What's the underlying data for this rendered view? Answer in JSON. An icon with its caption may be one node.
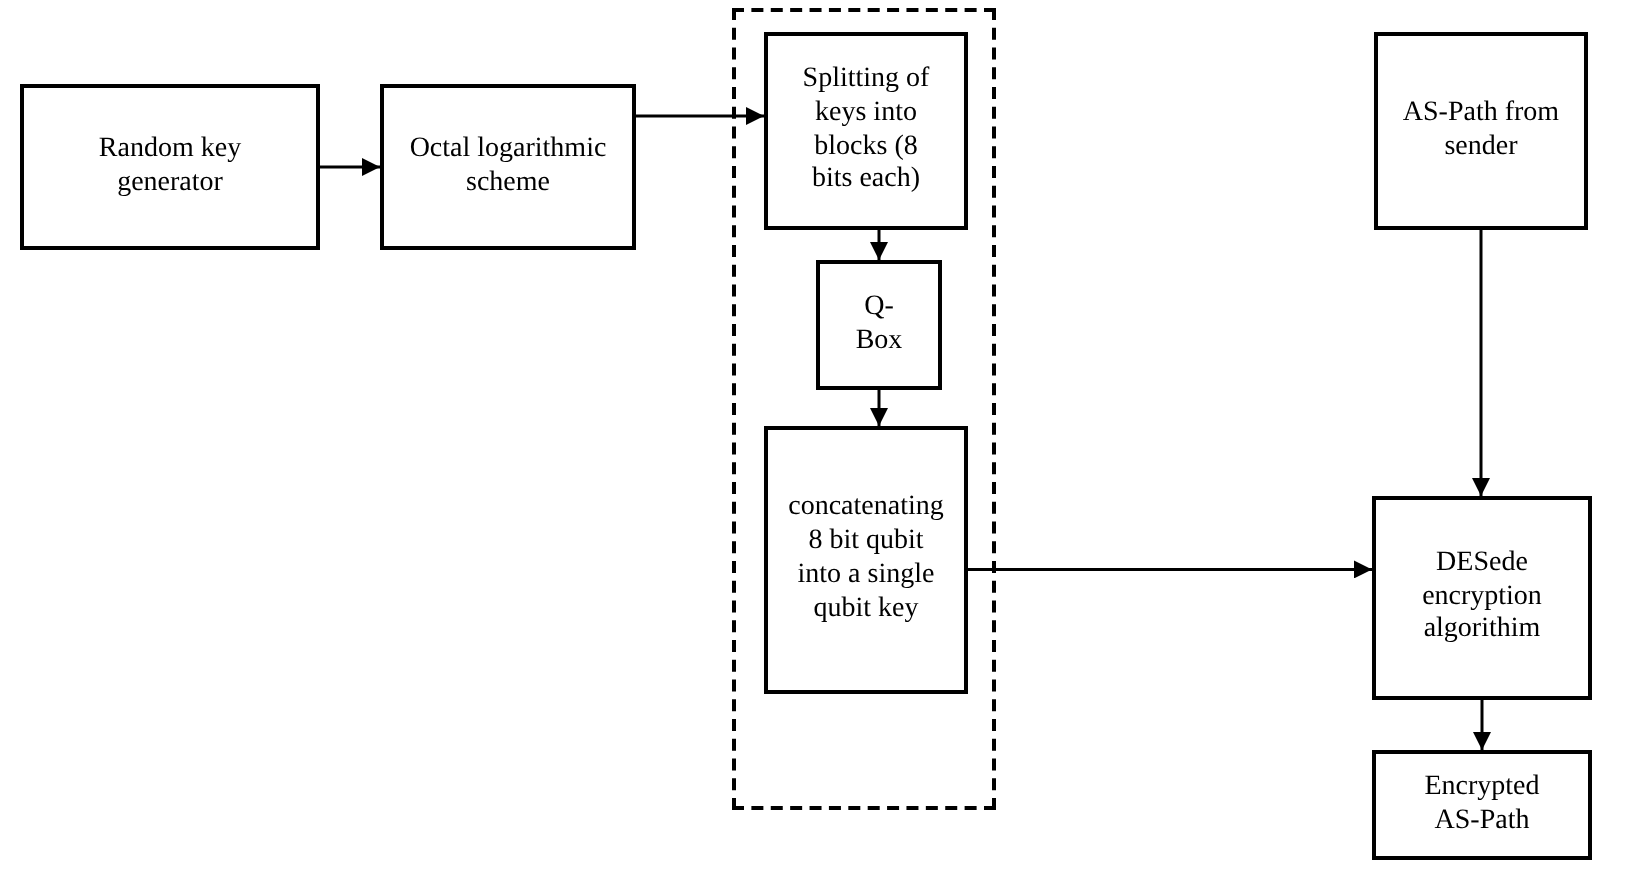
{
  "diagram": {
    "nodes": [
      {
        "text": [
          "Random key generator"
        ]
      },
      {
        "text": [
          "Octal logarithmic scheme"
        ]
      },
      {
        "text": [],
        "shape": "box"
      },
      {
        "text": [
          "Splitting of keys into blocks (8 bits each)"
        ],
        "in": 2
      },
      {
        "text": [
          "Q-Box"
        ],
        "in": 2
      },
      {
        "text": [
          "concatenating 8 bit qubit into a single qubit key"
        ],
        "in": 2
      },
      {
        "text": [
          "AS-Path from sender"
        ]
      },
      {
        "text": [
          "DESede encryption algorithim"
        ]
      },
      {
        "text": [
          "Encrypted AS-Path"
        ]
      }
    ],
    "edges": [
      {
        "from": 0,
        "to": 1,
        "arrow": "to"
      },
      {
        "from": 1,
        "to": 3,
        "arrow": "to"
      },
      {
        "from": 3,
        "to": 4,
        "arrow": "to"
      },
      {
        "from": 4,
        "to": 5,
        "arrow": "to"
      },
      {
        "from": 5,
        "to": 7,
        "arrow": "to"
      },
      {
        "from": 6,
        "to": 7,
        "arrow": "to"
      },
      {
        "from": 7,
        "to": 8,
        "arrow": "to"
      }
    ]
  }
}
